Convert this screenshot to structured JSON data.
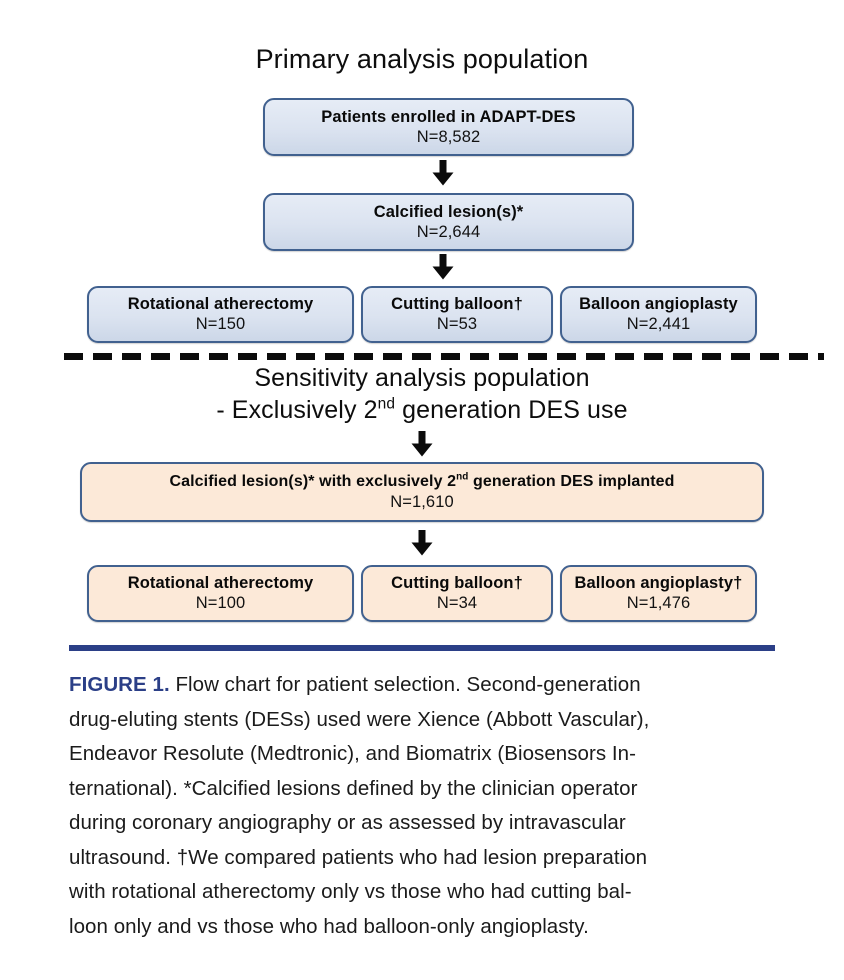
{
  "flowchart": {
    "primary": {
      "title": "Primary analysis population",
      "boxes": [
        {
          "label": "Patients enrolled in ADAPT-DES",
          "count": "N=8,582"
        },
        {
          "label": "Calcified lesion(s)*",
          "count": "N=2,644"
        }
      ],
      "arms": [
        {
          "label": "Rotational atherectomy",
          "count": "N=150"
        },
        {
          "label": "Cutting balloon†",
          "count": "N=53"
        },
        {
          "label": "Balloon angioplasty",
          "count": "N=2,441"
        }
      ]
    },
    "sensitivity": {
      "title_line1": "Sensitivity analysis population",
      "title_line2_pre": "- Exclusively 2",
      "title_line2_sup": "nd",
      "title_line2_post": " generation DES use",
      "box": {
        "label_pre": "Calcified lesion(s)* with exclusively 2",
        "label_sup": "nd",
        "label_post": " generation DES implanted",
        "count": "N=1,610"
      },
      "arms": [
        {
          "label": "Rotational atherectomy",
          "count": "N=100"
        },
        {
          "label": "Cutting balloon†",
          "count": "N=34"
        },
        {
          "label": "Balloon angioplasty†",
          "count": "N=1,476"
        }
      ]
    },
    "arrow_icon": "down-arrow-icon",
    "colors": {
      "primary_box_fill": "#dde3ef",
      "primary_box_border": "#41618f",
      "sensitivity_box_fill": "#fce9d8",
      "rule_blue": "#2b3f87",
      "dash_black": "#0b0b0b"
    }
  },
  "caption": {
    "figure_label": "FIGURE 1.",
    "lines": [
      " Flow chart for patient selection. Second-generation",
      "drug-eluting stents (DESs) used were Xience (Abbott Vascular),",
      "Endeavor Resolute (Medtronic), and Biomatrix (Biosensors In-",
      "ternational). *Calcified lesions defined by the clinician operator",
      "during coronary angiography or as assessed by intravascular",
      "ultrasound. †We compared patients who had lesion preparation",
      "with rotational atherectomy only vs those who had cutting bal-",
      "loon only and vs those who had balloon-only angioplasty."
    ]
  }
}
